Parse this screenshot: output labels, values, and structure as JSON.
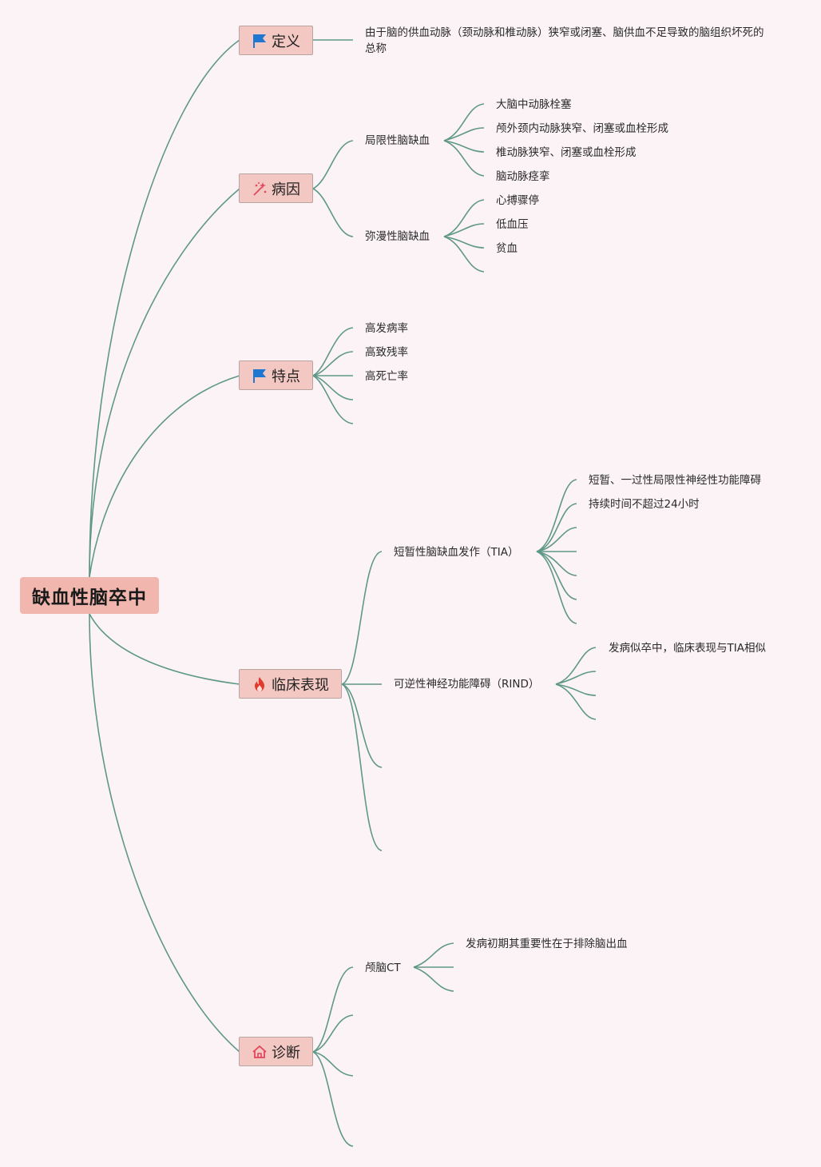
{
  "root": "缺血性脑卒中",
  "colors": {
    "background": "#fbf3f5",
    "line": "#5f9886",
    "root_fill": "#f1b6ae",
    "topic_fill": "#f4c8c2"
  },
  "topics": {
    "definition": {
      "label": "定义",
      "icon": "blue-flag-icon"
    },
    "cause": {
      "label": "病因",
      "icon": "sparkle-icon"
    },
    "feature": {
      "label": "特点",
      "icon": "blue-flag-icon"
    },
    "clinical": {
      "label": "临床表现",
      "icon": "fire-icon"
    },
    "diagnosis": {
      "label": "诊断",
      "icon": "home-icon"
    }
  },
  "definition_text": "由于脑的供血动脉（颈动脉和椎动脉）狭窄或闭塞、脑供血不足导致的脑组织坏死的总称",
  "cause": {
    "local": {
      "label": "局限性脑缺血",
      "items": [
        "大脑中动脉栓塞",
        "颅外颈内动脉狭窄、闭塞或血栓形成",
        "椎动脉狭窄、闭塞或血栓形成",
        "脑动脉痉挛"
      ]
    },
    "diffuse": {
      "label": "弥漫性脑缺血",
      "items": [
        "心搏骤停",
        "低血压",
        "贫血"
      ]
    }
  },
  "feature_items": [
    "高发病率",
    "高致残率",
    "高死亡率"
  ],
  "clinical": {
    "tia": {
      "label": "短暂性脑缺血发作（TIA）",
      "items": [
        "短暂、一过性局限性神经性功能障碍",
        "持续时间不超过24小时"
      ]
    },
    "rind": {
      "label": "可逆性神经功能障碍（RIND）",
      "items": [
        "发病似卒中，临床表现与TIA相似"
      ]
    }
  },
  "diagnosis": {
    "ct": {
      "label": "颅脑CT",
      "items": [
        "发病初期其重要性在于排除脑出血"
      ]
    }
  }
}
